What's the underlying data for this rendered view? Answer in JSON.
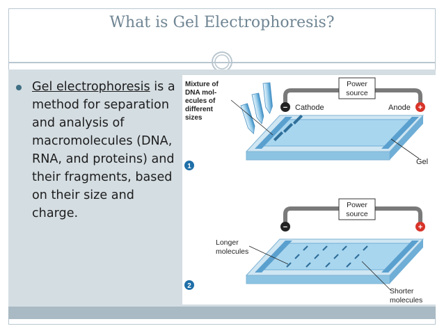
{
  "slide": {
    "title": "What is Gel Electrophoresis?",
    "bullet": {
      "term": "Gel electrophoresis",
      "rest": "is a method for separation and analysis of macromolecules (DNA, RNA, and proteins) and their fragments, based on their size and charge."
    }
  },
  "figure": {
    "panel1": {
      "step": "1",
      "mixture_label": [
        "Mixture of",
        "DNA mol-",
        "ecules of",
        "different",
        "sizes"
      ],
      "power_label": [
        "Power",
        "source"
      ],
      "cathode": "Cathode",
      "anode": "Anode",
      "gel": "Gel",
      "minus": "−",
      "plus": "+"
    },
    "panel2": {
      "step": "2",
      "power_label": [
        "Power",
        "source"
      ],
      "longer": [
        "Longer",
        "molecules"
      ],
      "shorter": [
        "Shorter",
        "molecules"
      ],
      "minus": "−",
      "plus": "+"
    }
  },
  "colors": {
    "title": "#6f8593",
    "content_bg": "#d4dde2",
    "accent": "#3f6f84",
    "gel_blue": "#9fd0ec",
    "tray": "#cfe6f3",
    "anode_red": "#d8342a"
  }
}
